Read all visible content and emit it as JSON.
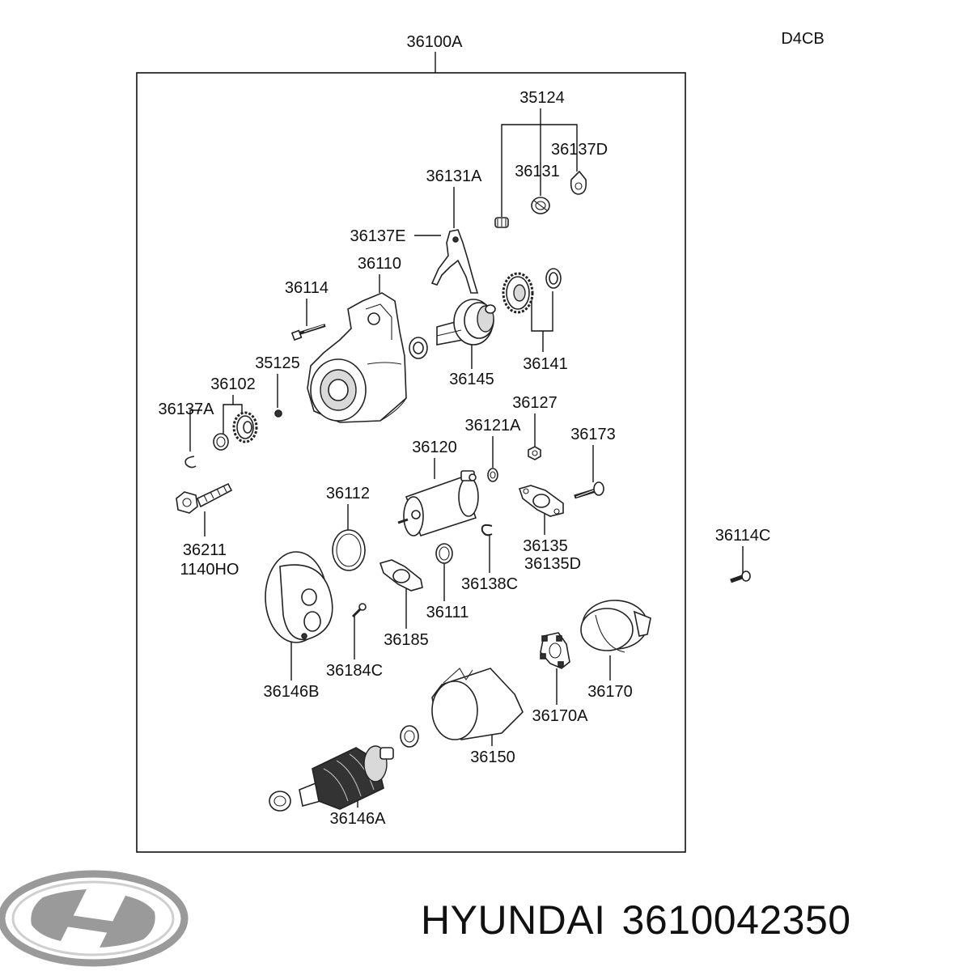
{
  "diagram": {
    "assembly_label": "36100A",
    "engine_code": "D4CB",
    "parts": [
      {
        "id": "35124"
      },
      {
        "id": "36137D"
      },
      {
        "id": "36131"
      },
      {
        "id": "36131A"
      },
      {
        "id": "36137E"
      },
      {
        "id": "36110"
      },
      {
        "id": "36114"
      },
      {
        "id": "36145"
      },
      {
        "id": "36141"
      },
      {
        "id": "35125"
      },
      {
        "id": "36102"
      },
      {
        "id": "36137A"
      },
      {
        "id": "36127"
      },
      {
        "id": "36121A"
      },
      {
        "id": "36173"
      },
      {
        "id": "36120"
      },
      {
        "id": "36112"
      },
      {
        "id": "36211"
      },
      {
        "id": "1140HO"
      },
      {
        "id": "36135"
      },
      {
        "id": "36135D"
      },
      {
        "id": "36114C"
      },
      {
        "id": "36138C"
      },
      {
        "id": "36111"
      },
      {
        "id": "36185"
      },
      {
        "id": "36184C"
      },
      {
        "id": "36146B"
      },
      {
        "id": "36170"
      },
      {
        "id": "36170A"
      },
      {
        "id": "36150"
      },
      {
        "id": "36146A"
      }
    ]
  },
  "footer": {
    "brand": "HYUNDAI",
    "part_number": "3610042350",
    "logo_icon": "hyundai-logo-icon"
  },
  "colors": {
    "ink": "#111111",
    "logo_grey": "#9a9a9a"
  }
}
